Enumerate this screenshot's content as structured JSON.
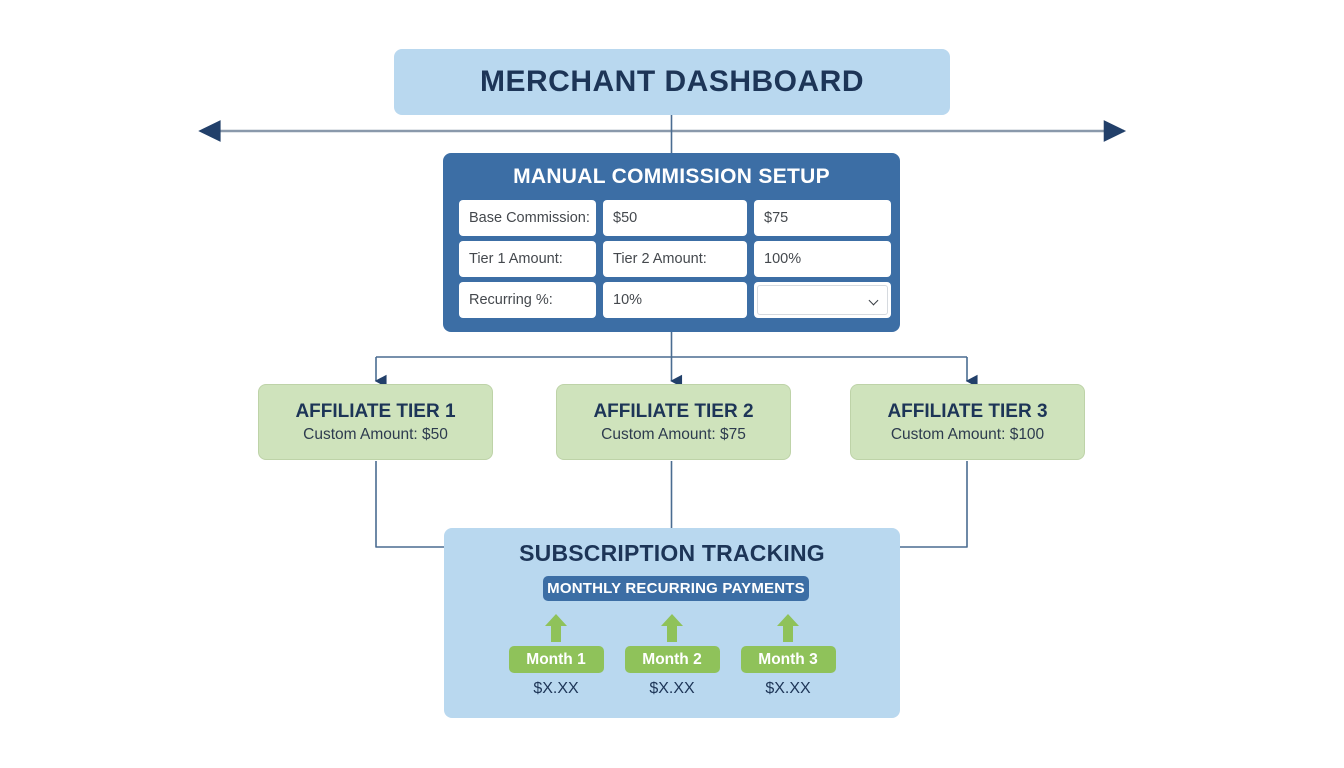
{
  "header": {
    "title": "MERCHANT DASHBOARD"
  },
  "setup": {
    "title": "MANUAL COMMISSION SETUP",
    "fields": [
      {
        "name": "base-commission-label",
        "value": "Base Commission:",
        "type": "label"
      },
      {
        "name": "base-commission-value",
        "value": "$50",
        "type": "input"
      },
      {
        "name": "base-commission-alt-value",
        "value": "$75",
        "type": "input"
      },
      {
        "name": "tier-1-amount-label",
        "value": "Tier 1 Amount:",
        "type": "label"
      },
      {
        "name": "tier-2-amount-label",
        "value": "Tier 2 Amount:",
        "type": "label"
      },
      {
        "name": "percentage-value",
        "value": "100%",
        "type": "input"
      },
      {
        "name": "recurring-percent-label",
        "value": "Recurring %:",
        "type": "label"
      },
      {
        "name": "recurring-percent-value",
        "value": "10%",
        "type": "input"
      },
      {
        "name": "commission-type-select",
        "value": "",
        "type": "select"
      }
    ]
  },
  "tiers": [
    {
      "title": "AFFILIATE TIER 1",
      "subtitle": "Custom Amount: $50"
    },
    {
      "title": "AFFILIATE TIER 2",
      "subtitle": "Custom Amount: $75"
    },
    {
      "title": "AFFILIATE TIER 3",
      "subtitle": "Custom Amount: $100"
    }
  ],
  "subscription": {
    "title": "SUBSCRIPTION TRACKING",
    "banner": "MONTHLY RECURRING PAYMENTS",
    "months": [
      {
        "label": "Month 1",
        "amount": "$X.XX"
      },
      {
        "label": "Month 2",
        "amount": "$X.XX"
      },
      {
        "label": "Month 3",
        "amount": "$X.XX"
      }
    ]
  },
  "colors": {
    "light_blue": "#b9d8ef",
    "panel_blue": "#3c6ea5",
    "tier_green": "#cfe3bc",
    "month_green": "#8fc25a",
    "navy_text": "#1d3557",
    "connector_line": "#4a6c91",
    "double_arrow_line": "#8a99ab"
  }
}
